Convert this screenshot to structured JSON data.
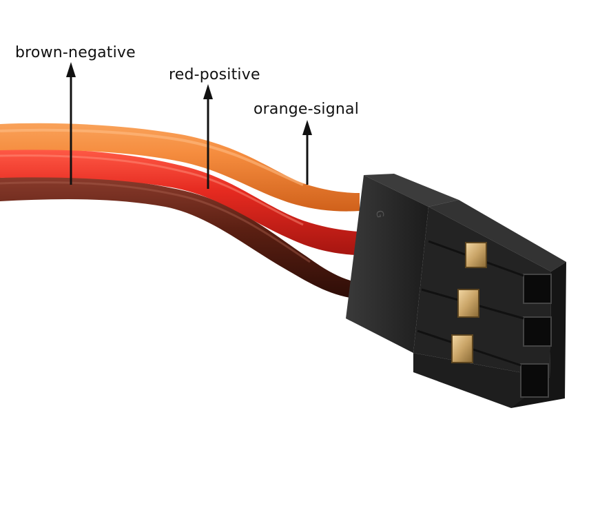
{
  "labels": {
    "brown": "brown-negative",
    "red": "red-positive",
    "orange": "orange-signal"
  },
  "connector_mark": "G",
  "colors": {
    "background": "#ffffff",
    "wire_brown": "#5a1f12",
    "wire_red": "#d8231c",
    "wire_orange": "#f07a2a",
    "connector_body": "#2b2b2b",
    "pin_gold": "#c9a467",
    "arrow": "#111111"
  }
}
